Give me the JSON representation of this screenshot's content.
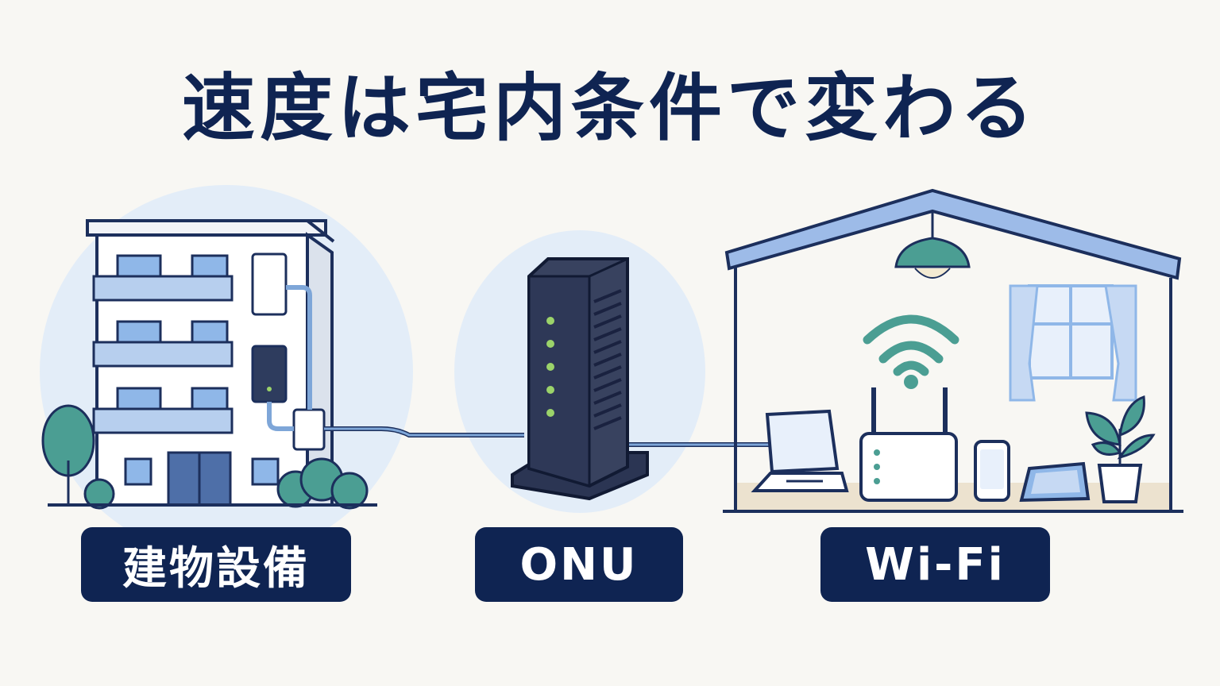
{
  "title": "速度は宅内条件で変わる",
  "labels": {
    "building": "建物設備",
    "onu": "ONU",
    "wifi": "Wi-Fi"
  },
  "colors": {
    "navy": "#0f2452",
    "bg_circle": "#e3edf8",
    "line_blue": "#7ea6d8",
    "teal": "#4b9e93",
    "green_led": "#9bd36a",
    "window_blue": "#8fb7e8"
  }
}
